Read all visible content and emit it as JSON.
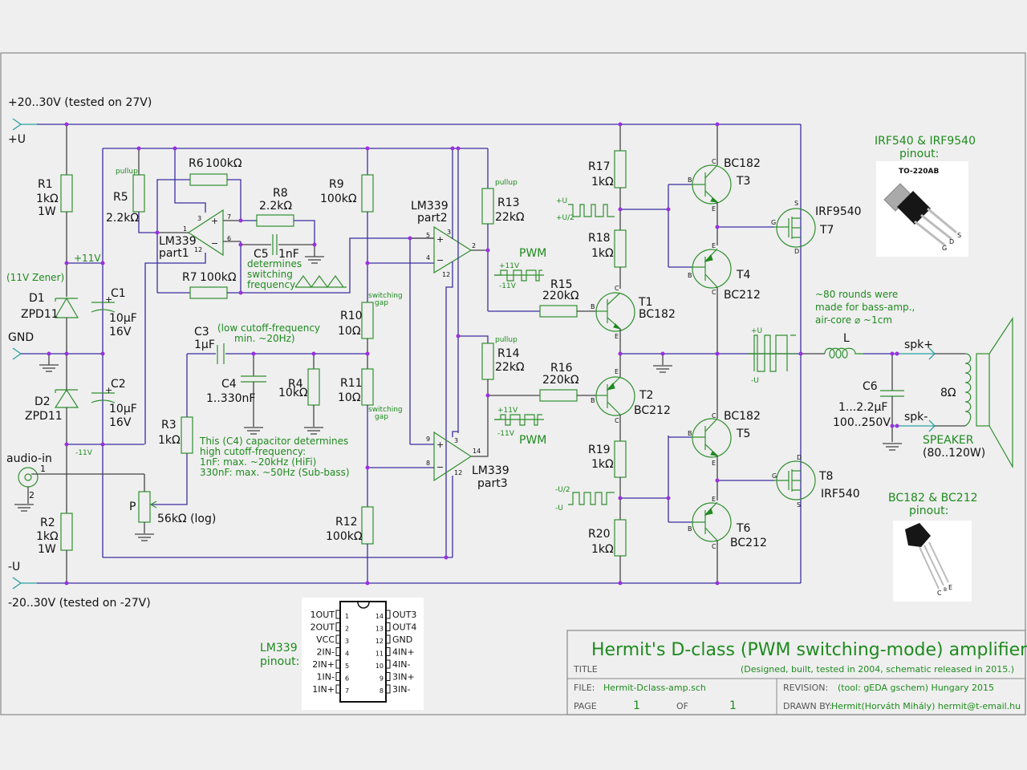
{
  "title_block": {
    "title": "Hermit's D-class (PWM switching-mode) amplifier",
    "title_label": "TITLE",
    "subtitle": "(Designed, built, tested in 2004, schematic released in 2015.)",
    "file_label": "FILE:",
    "file": "Hermit-Dclass-amp.sch",
    "page_label": "PAGE",
    "page": "1",
    "of_label": "OF",
    "of": "1",
    "revision_label": "REVISION:",
    "revision": "(tool: gEDA gschem)  Hungary 2015",
    "drawn_by_label": "DRAWN BY:",
    "drawn_by": "Hermit(Horváth Mihály) hermit@t-email.hu"
  },
  "supply": {
    "pos_title": "+20..30V (tested on 27V)",
    "pos_port": "+U",
    "neg_title": "-20..30V (tested on -27V)",
    "neg_port": "-U",
    "gnd_port": "GND",
    "rail_p11": "+11V",
    "rail_m11": "-11V",
    "zener_note": "(11V Zener)"
  },
  "components": {
    "R1": {
      "ref": "R1",
      "value": "1kΩ",
      "power": "1W"
    },
    "R2": {
      "ref": "R2",
      "value": "1kΩ",
      "power": "1W"
    },
    "D1": {
      "ref": "D1",
      "value": "ZPD11"
    },
    "D2": {
      "ref": "D2",
      "value": "ZPD11"
    },
    "C1": {
      "ref": "C1",
      "value": "10µF",
      "voltage": "16V"
    },
    "C2": {
      "ref": "C2",
      "value": "10µF",
      "voltage": "16V"
    },
    "R5": {
      "ref": "R5",
      "value": "2.2kΩ",
      "note": "pullup"
    },
    "R6": {
      "ref": "R6",
      "value": "100kΩ"
    },
    "R7": {
      "ref": "R7",
      "value": "100kΩ"
    },
    "R8": {
      "ref": "R8",
      "value": "2.2kΩ"
    },
    "C5": {
      "ref": "C5",
      "value": "1nF",
      "note": "determines switching frequency"
    },
    "U1a": {
      "ref": "LM339",
      "part": "part1",
      "pins": [
        "3",
        "7",
        "1",
        "6",
        "12"
      ]
    },
    "R9": {
      "ref": "R9",
      "value": "100kΩ"
    },
    "R10": {
      "ref": "R10",
      "value": "10Ω",
      "note": "switching gap"
    },
    "R11": {
      "ref": "R11",
      "value": "10Ω",
      "note": "switching gap"
    },
    "R12": {
      "ref": "R12",
      "value": "100kΩ"
    },
    "U1b": {
      "ref": "LM339",
      "part": "part2",
      "pins": [
        "5",
        "3",
        "4",
        "12",
        "2"
      ]
    },
    "U1c": {
      "ref": "LM339",
      "part": "part3",
      "pins": [
        "9",
        "3",
        "8",
        "12",
        "14"
      ]
    },
    "R13": {
      "ref": "R13",
      "value": "22kΩ",
      "note": "pullup"
    },
    "R14": {
      "ref": "R14",
      "value": "22kΩ",
      "note": "pullup"
    },
    "C3": {
      "ref": "C3",
      "value": "1µF",
      "note": "(low cutoff-frequency min. ~20Hz)"
    },
    "C4": {
      "ref": "C4",
      "value": "1..330nF"
    },
    "R4": {
      "ref": "R4",
      "value": "10kΩ"
    },
    "R3": {
      "ref": "R3",
      "value": "1kΩ"
    },
    "P": {
      "ref": "P",
      "value": "56kΩ (log)"
    },
    "audio_in": {
      "ref": "audio-in",
      "pin1": "1",
      "pin2": "2"
    },
    "R15": {
      "ref": "R15",
      "value": "220kΩ"
    },
    "R16": {
      "ref": "R16",
      "value": "220kΩ"
    },
    "R17": {
      "ref": "R17",
      "value": "1kΩ"
    },
    "R18": {
      "ref": "R18",
      "value": "1kΩ"
    },
    "R19": {
      "ref": "R19",
      "value": "1kΩ"
    },
    "R20": {
      "ref": "R20",
      "value": "1kΩ"
    },
    "T1": {
      "ref": "T1",
      "value": "BC182"
    },
    "T2": {
      "ref": "T2",
      "value": "BC212"
    },
    "T3": {
      "ref": "T3",
      "value": "BC182"
    },
    "T4": {
      "ref": "T4",
      "value": "BC212"
    },
    "T5": {
      "ref": "T5",
      "value": "BC182"
    },
    "T6": {
      "ref": "T6",
      "value": "BC212"
    },
    "T7": {
      "ref": "T7",
      "value": "IRF9540"
    },
    "T8": {
      "ref": "T8",
      "value": "IRF540"
    },
    "L": {
      "ref": "L",
      "note": "~80 rounds were made for bass-amp., air-core ⌀ ~1cm"
    },
    "C6": {
      "ref": "C6",
      "value": "1...2.2µF",
      "voltage": "100..250V"
    },
    "SPK": {
      "pos": "spk+",
      "neg": "spk-",
      "impedance": "8Ω",
      "label": "SPEAKER",
      "power": "(80..120W)"
    }
  },
  "notes": {
    "c4_note": [
      "This (C4) capacitor determines",
      "high cutoff-frequency:",
      "1nF: max. ~20kHz (HiFi)",
      "330nF: max. ~50Hz (Sub-bass)"
    ],
    "pwm": "PWM",
    "pwm_hi": "+11V",
    "pwm_lo": "-11V",
    "wave_pu": "+U",
    "wave_pu2": "+U/2",
    "wave_mu2": "-U/2",
    "wave_mu": "-U",
    "pin_letters": {
      "b": "B",
      "c": "C",
      "e": "E",
      "g": "G",
      "d": "D",
      "s": "S"
    }
  },
  "pinouts": {
    "mosfet_title": [
      "IRF540 & IRF9540",
      "pinout:"
    ],
    "mosfet_pkg": "TO-220AB",
    "mosfet_pins": [
      "G",
      "D",
      "S"
    ],
    "bjt_title": [
      "BC182 & BC212",
      "pinout:"
    ],
    "bjt_pins": [
      "C",
      "B",
      "E"
    ],
    "lm339_title": [
      "LM339",
      "pinout:"
    ],
    "lm339_left": [
      {
        "n": "1",
        "name": "1OUT"
      },
      {
        "n": "2",
        "name": "2OUT"
      },
      {
        "n": "3",
        "name": "VCC"
      },
      {
        "n": "4",
        "name": "2IN-"
      },
      {
        "n": "5",
        "name": "2IN+"
      },
      {
        "n": "6",
        "name": "1IN-"
      },
      {
        "n": "7",
        "name": "1IN+"
      }
    ],
    "lm339_right": [
      {
        "n": "14",
        "name": "OUT3"
      },
      {
        "n": "13",
        "name": "OUT4"
      },
      {
        "n": "12",
        "name": "GND"
      },
      {
        "n": "11",
        "name": "4IN+"
      },
      {
        "n": "10",
        "name": "4IN-"
      },
      {
        "n": "9",
        "name": "3IN+"
      },
      {
        "n": "8",
        "name": "3IN-"
      }
    ]
  }
}
